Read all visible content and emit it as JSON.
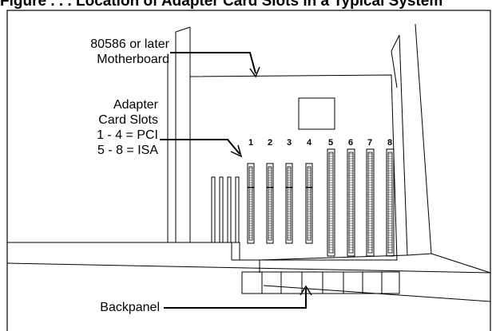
{
  "figure": {
    "title_partial": "Figure . . . Location of Adapter Card Slots in a Typical System",
    "labels": {
      "motherboard_line1": "80586 or later",
      "motherboard_line2": "Motherboard",
      "slots_line1": "Adapter",
      "slots_line2": "Card Slots",
      "slots_line3": "1 - 4 = PCI",
      "slots_line4": "5 - 8 = ISA",
      "backpanel": "Backpanel"
    },
    "slot_numbers": [
      "1",
      "2",
      "3",
      "4",
      "5",
      "6",
      "7",
      "8"
    ],
    "slot_types": [
      "PCI",
      "PCI",
      "PCI",
      "PCI",
      "ISA",
      "ISA",
      "ISA",
      "ISA"
    ],
    "colors": {
      "stroke": "#000000",
      "background": "#ffffff"
    }
  }
}
